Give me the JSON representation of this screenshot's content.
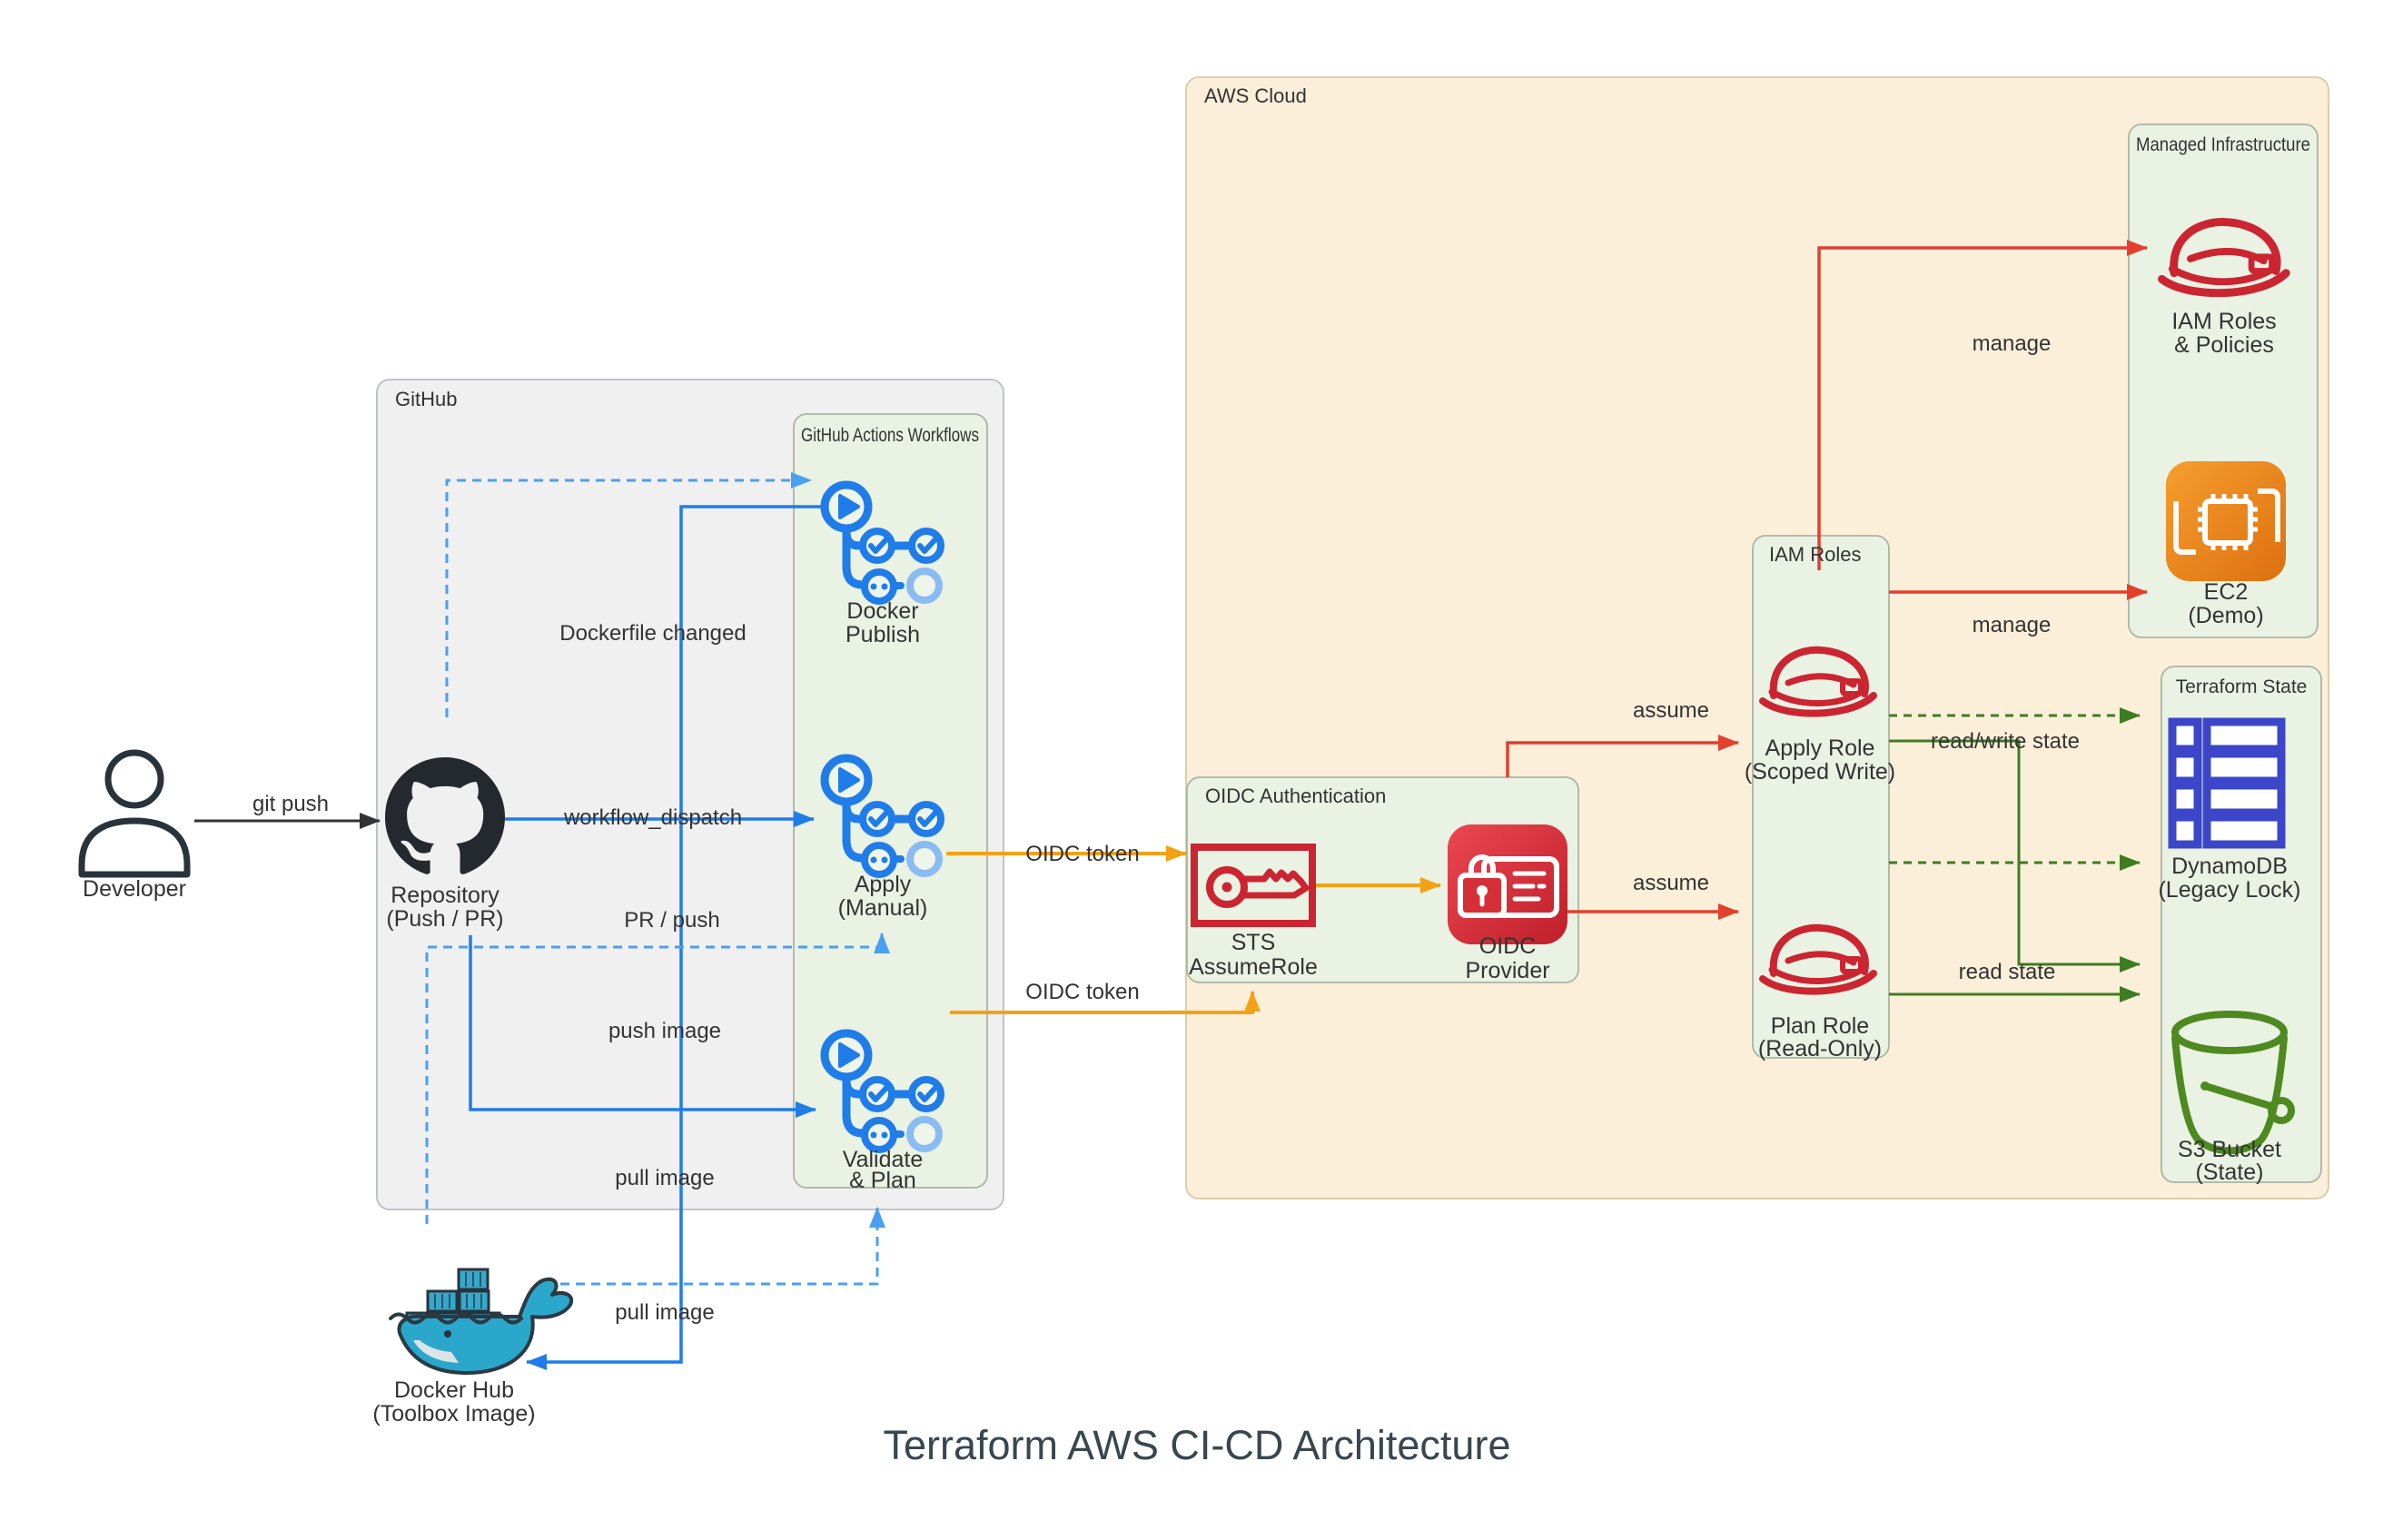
{
  "title": "Terraform AWS CI-CD Architecture",
  "boxes": {
    "github": "GitHub",
    "gha": "GitHub Actions Workflows",
    "aws": "AWS Cloud",
    "oidc": "OIDC Authentication",
    "iam": "IAM Roles",
    "managed": "Managed Infrastructure",
    "tfstate": "Terraform State"
  },
  "nodes": {
    "developer": {
      "label": "Developer"
    },
    "repository": {
      "l1": "Repository",
      "l2": "(Push / PR)"
    },
    "docker_publish": {
      "l1": "Docker",
      "l2": "Publish"
    },
    "apply": {
      "l1": "Apply",
      "l2": "(Manual)"
    },
    "validate": {
      "l1": "Validate",
      "l2": "& Plan"
    },
    "dockerhub": {
      "l1": "Docker Hub",
      "l2": "(Toolbox Image)"
    },
    "sts": {
      "l1": "STS",
      "l2": "AssumeRole"
    },
    "oidc_provider": {
      "l1": "OIDC",
      "l2": "Provider"
    },
    "apply_role": {
      "l1": "Apply Role",
      "l2": "(Scoped Write)"
    },
    "plan_role": {
      "l1": "Plan Role",
      "l2": "(Read-Only)"
    },
    "iam_policies": {
      "l1": "IAM Roles",
      "l2": "& Policies"
    },
    "ec2": {
      "l1": "EC2",
      "l2": "(Demo)"
    },
    "dynamodb": {
      "l1": "DynamoDB",
      "l2": "(Legacy Lock)"
    },
    "s3": {
      "l1": "S3 Bucket",
      "l2": "(State)"
    }
  },
  "edges": {
    "git_push": "git push",
    "dockerfile_changed": "Dockerfile changed",
    "workflow_dispatch": "workflow_dispatch",
    "pr_push": "PR / push",
    "push_image": "push image",
    "pull_image_apply": "pull image",
    "pull_image_validate": "pull image",
    "oidc_token_apply": "OIDC token",
    "oidc_token_validate": "OIDC token",
    "assume_apply": "assume",
    "assume_plan": "assume",
    "manage_iam": "manage",
    "manage_ec2": "manage",
    "rw_state": "read/write state",
    "read_state": "read state"
  },
  "colors": {
    "workflow_blue": "#1f7ce8",
    "workflow_blue_light": "#8abbf2",
    "dashed_blue": "#4aa0f0",
    "orange_arrow": "#f4a115",
    "red_arrow": "#e2402d",
    "icon_red": "#cb2531",
    "green_arrow": "#3c7d21",
    "dynamodb_blue": "#3b46c9",
    "s3_green": "#4e8a1f",
    "docker_blue": "#2ba7cc",
    "aws_bg": "#fcefda",
    "subgraph_green_bg": "#e9f2e3",
    "github_gray_bg": "#f0f0f1",
    "text": "#333333",
    "title_color": "#37474f",
    "github_black": "#24292f"
  }
}
